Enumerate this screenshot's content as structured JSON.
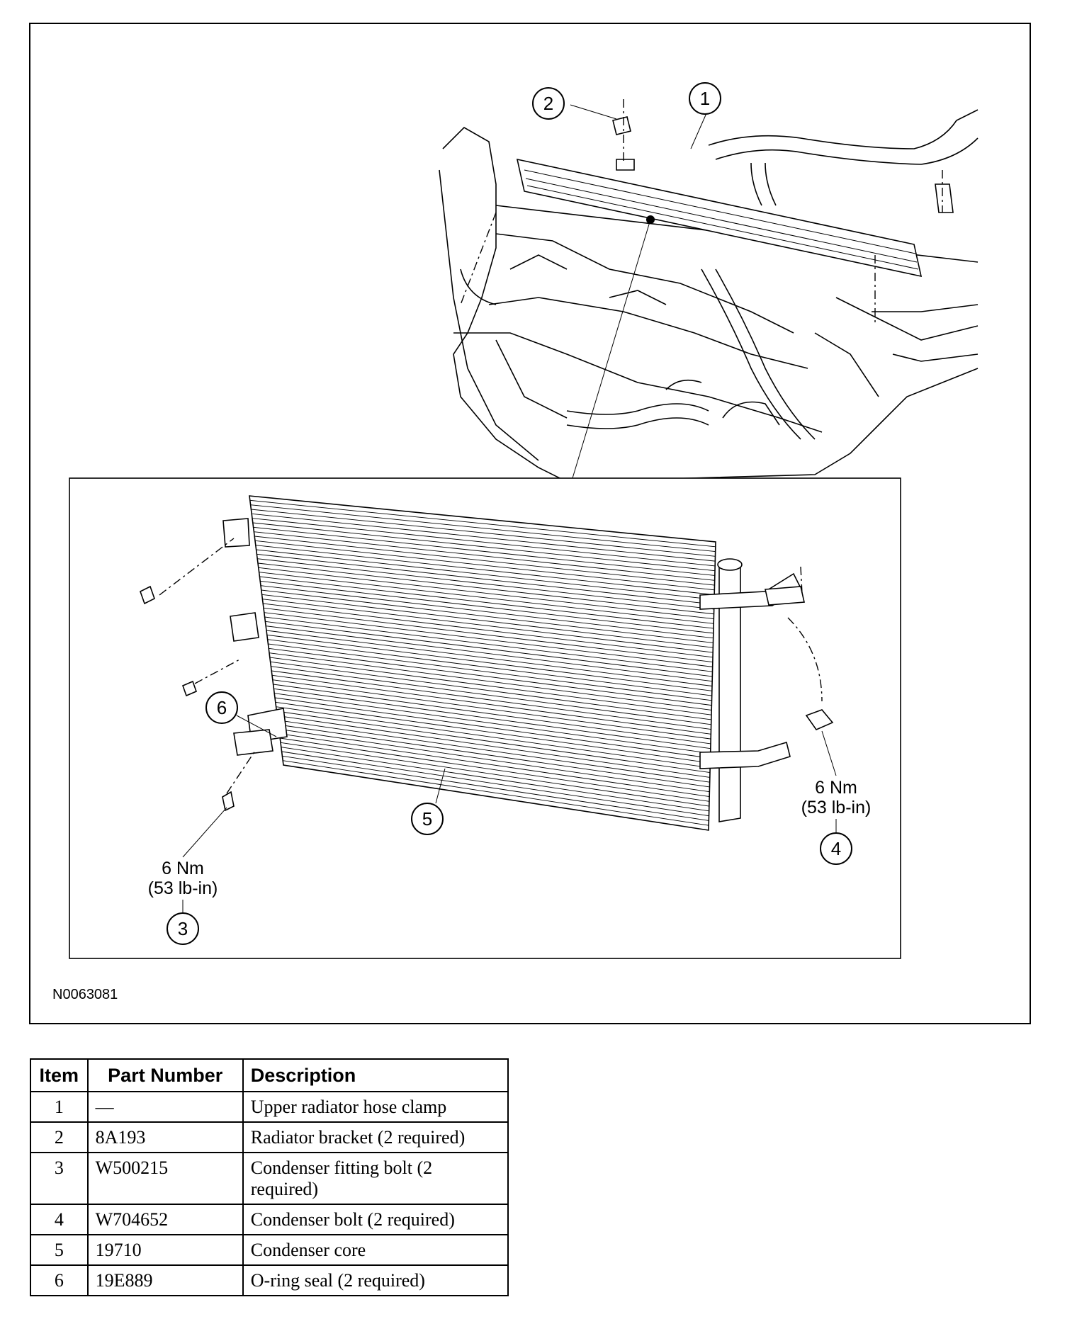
{
  "figure": {
    "id": "N0063081",
    "callouts": [
      "1",
      "2",
      "3",
      "4",
      "5",
      "6"
    ],
    "torque_left": {
      "metric": "6 Nm",
      "imperial": "(53 lb-in)"
    },
    "torque_right": {
      "metric": "6 Nm",
      "imperial": "(53 lb-in)"
    }
  },
  "table": {
    "headers": {
      "item": "Item",
      "part_number": "Part Number",
      "description": "Description"
    },
    "rows": [
      {
        "item": "1",
        "part_number": "—",
        "description": "Upper radiator hose clamp"
      },
      {
        "item": "2",
        "part_number": "8A193",
        "description": "Radiator bracket (2 required)"
      },
      {
        "item": "3",
        "part_number": "W500215",
        "description": "Condenser fitting bolt (2 required)"
      },
      {
        "item": "4",
        "part_number": "W704652",
        "description": "Condenser bolt (2 required)"
      },
      {
        "item": "5",
        "part_number": "19710",
        "description": "Condenser core"
      },
      {
        "item": "6",
        "part_number": "19E889",
        "description": "O-ring seal (2 required)"
      }
    ]
  }
}
